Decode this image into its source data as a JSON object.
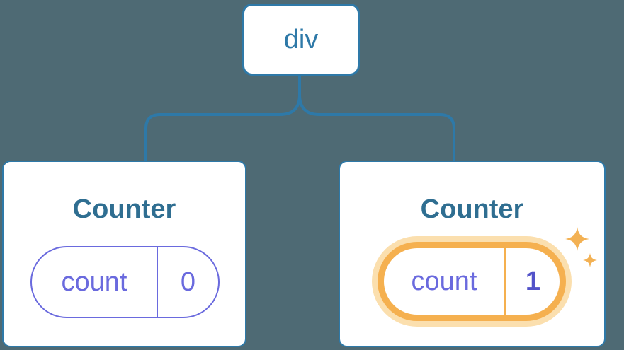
{
  "colors": {
    "background": "#4E6A74",
    "line-blue": "#2E79A8",
    "node-title": "#2F6E91",
    "state-purple": "#6A6ADE",
    "state-purple-bold": "#5252C9",
    "highlight-orange": "#F5B04F",
    "highlight-orange-light": "#FBDFAE",
    "sparkle": "#F3B153",
    "card-bg": "#FFFFFF"
  },
  "tree": {
    "root": {
      "label": "div"
    },
    "children": [
      {
        "title": "Counter",
        "state": {
          "key": "count",
          "value": "0"
        },
        "highlighted": false
      },
      {
        "title": "Counter",
        "state": {
          "key": "count",
          "value": "1"
        },
        "highlighted": true
      }
    ]
  }
}
